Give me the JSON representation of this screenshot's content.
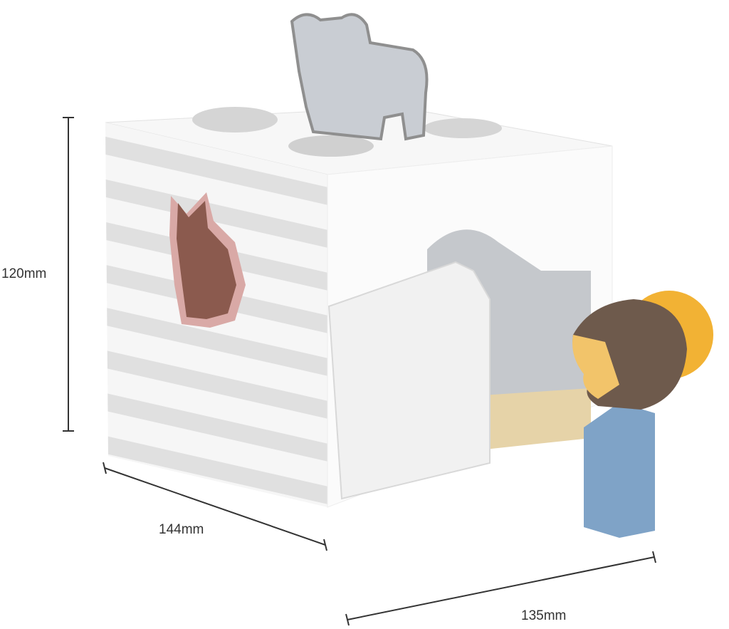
{
  "product": {
    "description_labels": {
      "height": "120mm",
      "width": "144mm",
      "depth": "135mm"
    }
  },
  "colors": {
    "cube_white": "#f4f4f4",
    "stripe_gray": "#dcdcdc",
    "fox_pink": "#d9a9a6",
    "fox_brown": "#8b5a4e",
    "bear_gray": "#c9cdd3",
    "hedgehog_yellow": "#f2b234",
    "hedgehog_brown": "#6e5a4c",
    "block_blue": "#7fa3c7",
    "floor_wood": "#e6d3a8",
    "dimension_line": "#333333"
  }
}
